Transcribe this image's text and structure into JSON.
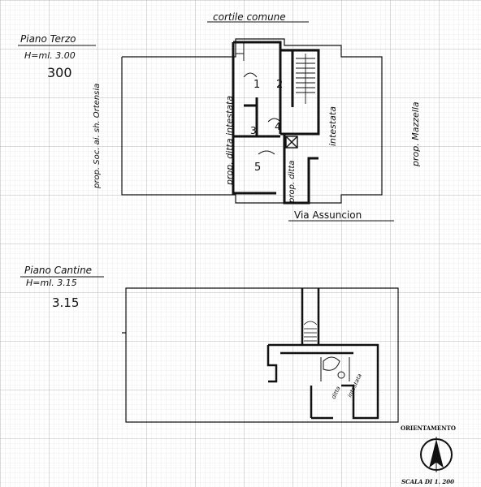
{
  "colors": {
    "ink": "#111111",
    "grid_minor": "#d9d9d9",
    "grid_major": "#9a9a9a",
    "paper": "#ffffff"
  },
  "top_floor": {
    "title": "Piano Terzo",
    "height_label": "H=ml. 3.00",
    "height_number": "300",
    "north_label": "cortile comune",
    "south_label": "Via Assuncion",
    "west_label": "prop. Soc. ai. sh. Ortensia",
    "east_label": "prop. Mazzella",
    "label_intestata": "prop. ditta intestata",
    "label_intestata_right": "intestata",
    "label_ditta": "prop. ditta",
    "room_1": "1",
    "room_2": "2",
    "room_3": "3",
    "room_4": "4",
    "room_5": "5"
  },
  "cellar_floor": {
    "title": "Piano Cantine",
    "height_label": "H=ml. 3.15",
    "height_number": "3.15",
    "label_intestata": "intestata",
    "label_ditta": "ditta"
  },
  "legend": {
    "orientation": "ORIENTAMENTO",
    "scale": "SCALA DI 1. 200"
  }
}
